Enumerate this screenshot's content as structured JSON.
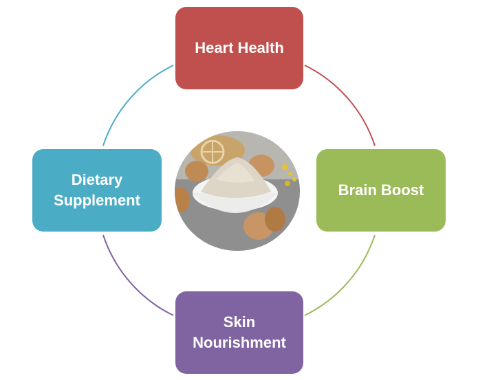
{
  "center_image": {
    "icon": "walnut-powder-bowl-photo"
  },
  "nodes": {
    "top": {
      "line1": "Heart Health",
      "line2": "",
      "color": "#c0504d"
    },
    "right": {
      "line1": "Brain Boost",
      "line2": "",
      "color": "#9bbb59"
    },
    "bottom": {
      "line1": "Skin",
      "line2": "Nourishment",
      "color": "#8064a2"
    },
    "left": {
      "line1": "Dietary",
      "line2": "Supplement",
      "color": "#4bacc6"
    }
  }
}
